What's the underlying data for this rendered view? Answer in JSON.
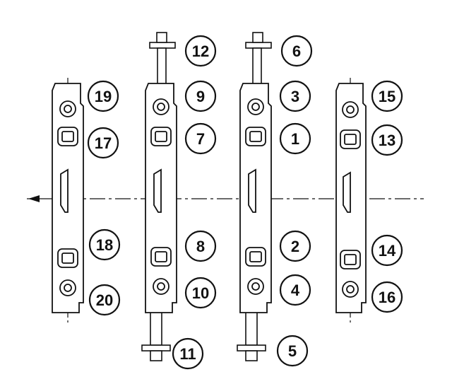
{
  "palette": {
    "line": "#111111",
    "fill": "#ffffff"
  },
  "callouts": [
    {
      "id": "c12",
      "label": "12"
    },
    {
      "id": "c6",
      "label": "6"
    },
    {
      "id": "c19",
      "label": "19"
    },
    {
      "id": "c9",
      "label": "9"
    },
    {
      "id": "c3",
      "label": "3"
    },
    {
      "id": "c15",
      "label": "15"
    },
    {
      "id": "c17",
      "label": "17"
    },
    {
      "id": "c7",
      "label": "7"
    },
    {
      "id": "c1",
      "label": "1"
    },
    {
      "id": "c13",
      "label": "13"
    },
    {
      "id": "c18",
      "label": "18"
    },
    {
      "id": "c8",
      "label": "8"
    },
    {
      "id": "c2",
      "label": "2"
    },
    {
      "id": "c14",
      "label": "14"
    },
    {
      "id": "c20",
      "label": "20"
    },
    {
      "id": "c10",
      "label": "10"
    },
    {
      "id": "c4",
      "label": "4"
    },
    {
      "id": "c16",
      "label": "16"
    },
    {
      "id": "c11",
      "label": "11"
    },
    {
      "id": "c5",
      "label": "5"
    }
  ]
}
